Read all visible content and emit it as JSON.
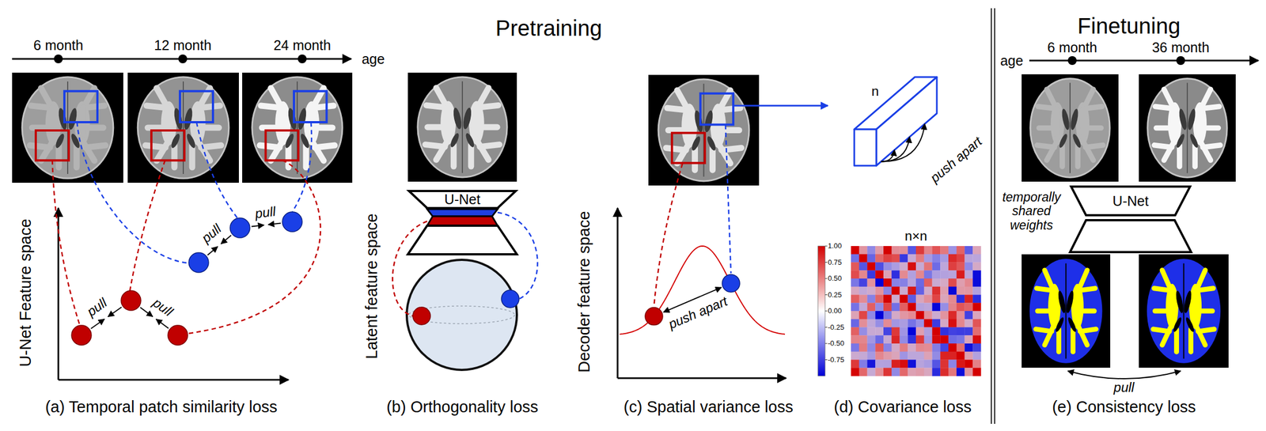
{
  "diagram": {
    "nodes": [
      {
        "text": [
          "U-Net"
        ]
      },
      {
        "text": [
          "U-Net"
        ]
      }
    ],
    "labels": [
      "Pretraining",
      "Finetuning",
      "6 month",
      "12 month",
      "24 month",
      "age",
      "U-Net Feature space",
      "pull",
      "pull",
      "pull",
      "pull",
      "(a) Temporal patch similarity loss",
      "Latent feature space",
      "(b) Orthogonality loss",
      "Decoder feature space",
      "push apart",
      "(c) Spatial variance loss",
      "n",
      "push apart",
      "n×n",
      "1.00",
      "0.75",
      "0.50",
      "0.25",
      "0.00",
      "-0.25",
      "-0.50",
      "-0.75",
      "(d) Covariance loss",
      "age",
      "6 month",
      "36 month",
      "temporally shared weights",
      "pull",
      "(e) Consistency loss"
    ]
  }
}
